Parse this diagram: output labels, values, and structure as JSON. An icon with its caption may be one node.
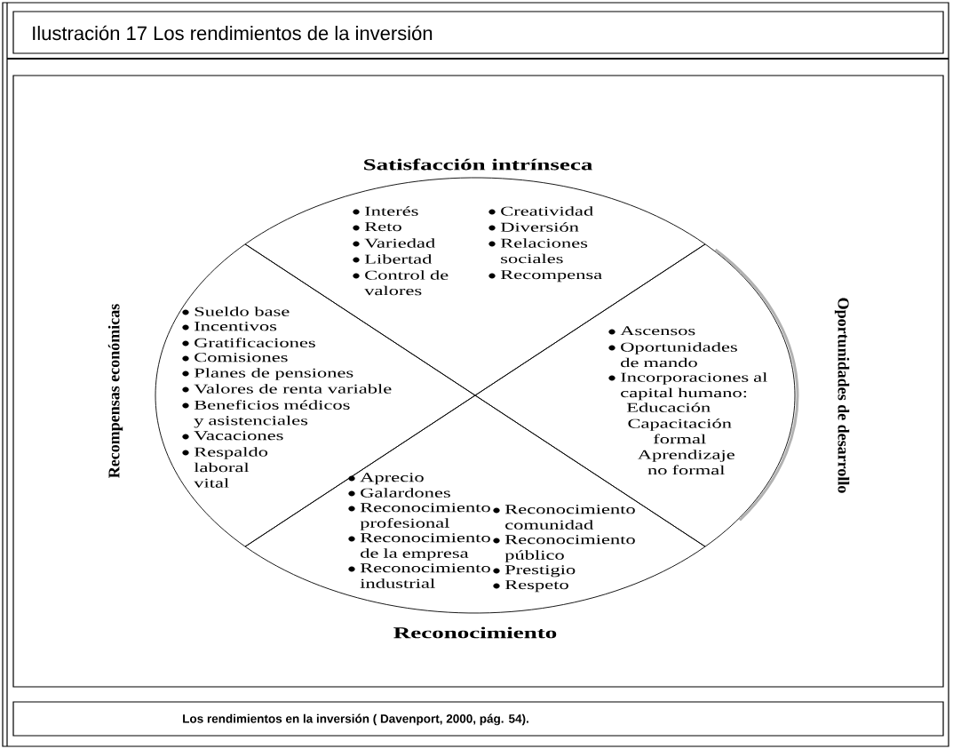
{
  "diagram": {
    "title": "Ilustración 17 Los rendimientos de la inversión",
    "caption": "Los rendimientos en la inversión ( Davenport, 2000, pág. 54).",
    "nodes": [
      {
        "text": [
          "Satisfacción intrínseca",
          "Interés",
          "Reto",
          "Variedad",
          "Libertad",
          "Control de valores",
          "Creatividad",
          "Diversión",
          "Relaciones sociales",
          "Recompensa"
        ]
      },
      {
        "text": [
          "Recompensas económicas",
          "Sueldo base",
          "Incentivos",
          "Gratificaciones",
          "Comisiones",
          "Planes de pensiones",
          "Valores de renta variable",
          "Beneficios médicos y asistenciales",
          "Vacaciones",
          "Respaldo laboral vital"
        ]
      },
      {
        "text": [
          "Oportunidades de desarrollo",
          "Ascensos",
          "Oportunidades de mando",
          "Incorporaciones al capital humano:",
          "Educación",
          "Capacitación formal",
          "Aprendizaje no formal"
        ]
      },
      {
        "text": [
          "Reconocimiento",
          "Aprecio",
          "Galardones",
          "Reconocimiento profesional",
          "Reconocimiento de la empresa",
          "Reconocimiento industrial",
          "Reconocimiento comunidad",
          "Reconocimiento público",
          "Prestigio",
          "Respeto"
        ]
      }
    ]
  }
}
